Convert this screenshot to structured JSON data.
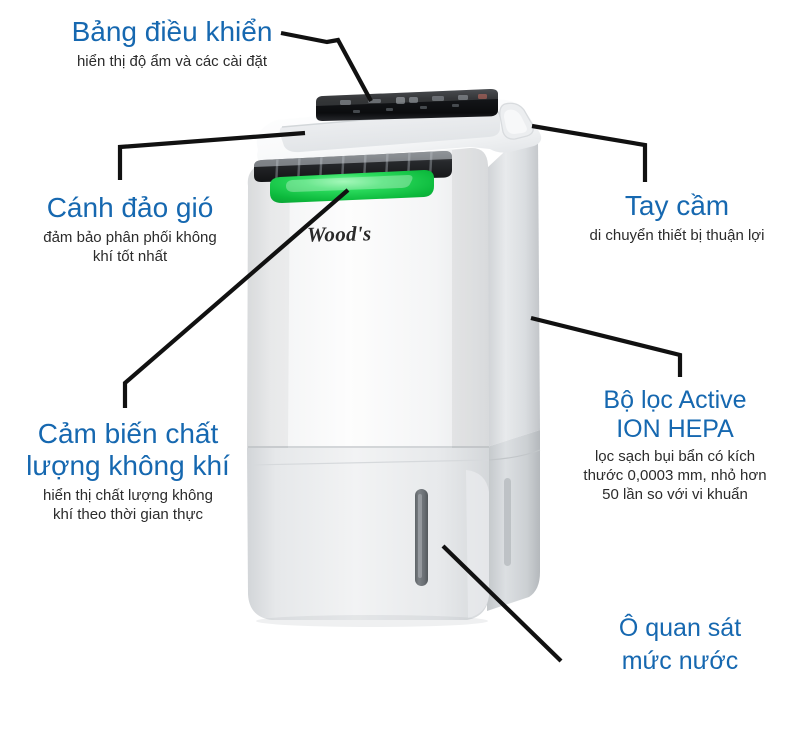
{
  "figure": {
    "kind": "annotated-product-diagram",
    "product_brand": "Wood's",
    "accent_color": "#1668b0",
    "leader_color": "#111111",
    "indicator_color": "#17bb45"
  },
  "callouts": {
    "control_panel": {
      "title": "Bảng điều khiển",
      "subtitle": "hiển thị độ ẩm và các cài đặt"
    },
    "louver": {
      "title": "Cánh đảo gió",
      "subtitle": "đảm bảo phân phối không\nkhí tốt nhất"
    },
    "air_sensor": {
      "title": "Cảm biến chất\nlượng không khí",
      "subtitle": "hiển thị chất lượng không\nkhí theo thời gian thực"
    },
    "handle": {
      "title": "Tay cầm",
      "subtitle": "di chuyển thiết bị thuận lợi"
    },
    "hepa_filter": {
      "title": "Bộ lọc Active\nION HEPA",
      "subtitle": "lọc sạch bụi bẩn có kích\nthước 0,0003 mm, nhỏ hơn\n50 lần so với vi khuẩn"
    },
    "water_window": {
      "title": "Ô quan sát\nmức nước",
      "subtitle": ""
    }
  }
}
